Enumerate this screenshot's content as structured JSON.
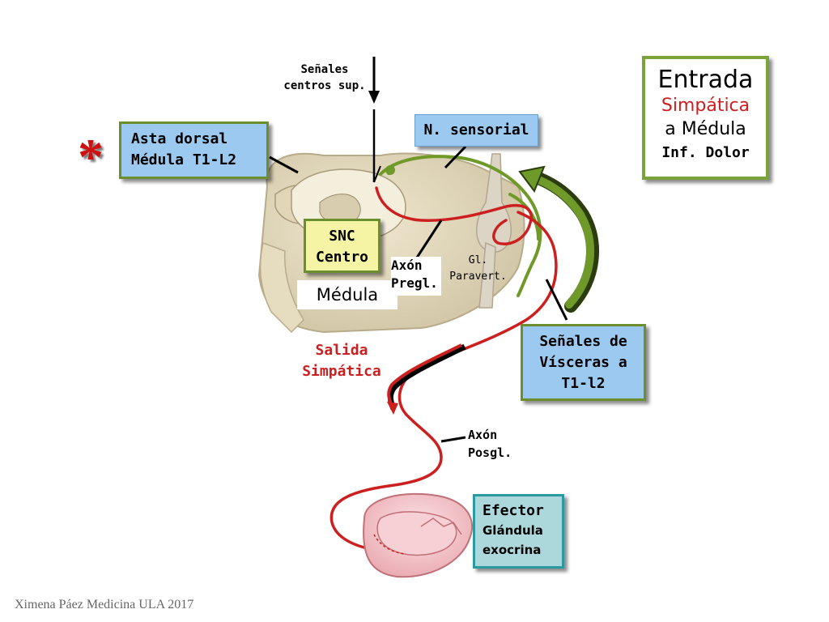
{
  "title_box": {
    "line1": "Entrada",
    "line2": "Simpática",
    "line3": "a Médula",
    "line4": "Inf. Dolor"
  },
  "labels": {
    "senales_line1": "Señales",
    "senales_line2": "centros sup.",
    "asta_line1": "Asta dorsal",
    "asta_line2": "Médula T1-L2",
    "n_sensorial": "N. sensorial",
    "snc_line1": "SNC",
    "snc_line2": "Centro",
    "medula": "Médula",
    "axon_pregl_line1": "Axón",
    "axon_pregl_line2": "Pregl.",
    "gl_line1": "Gl.",
    "gl_line2": "Paravert.",
    "salida_line1": "Salida",
    "salida_line2": "Simpática",
    "visceras_line1": "Señales de",
    "visceras_line2": "Vísceras a",
    "visceras_line3": "T1-l2",
    "axon_posgl_line1": "Axón",
    "axon_posgl_line2": "Posgl.",
    "efector_line1": "Efector",
    "efector_line2": "Glándula",
    "efector_line3": "exocrina",
    "asterisk": "*"
  },
  "footer": "Ximena Páez Medicina ULA 2017",
  "colors": {
    "nerve_red": "#cc1f1f",
    "nerve_green": "#6f9a2a",
    "box_blue": "#9cc9f0",
    "box_green_border": "#6b8f2e",
    "box_yellow": "#f4f4a4",
    "box_teal": "#acd8dc"
  }
}
